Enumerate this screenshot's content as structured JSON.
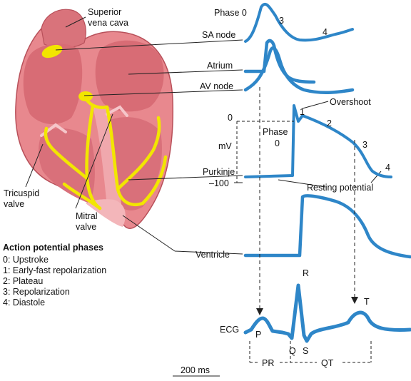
{
  "labels": {
    "superior_vena_cava_1": "Superior",
    "superior_vena_cava_2": "vena cava",
    "sa_node": "SA node",
    "atrium": "Atrium",
    "av_node": "AV node",
    "purkinje": "Purkinje",
    "ventricle": "Ventricle",
    "tricuspid_1": "Tricuspid",
    "tricuspid_2": "valve",
    "mitral_1": "Mitral",
    "mitral_2": "valve",
    "ecg": "ECG",
    "phase0_top": "Phase 0",
    "phase3_top": "3",
    "phase4_top": "4",
    "overshoot": "Overshoot",
    "resting_potential": "Resting potential",
    "mv_zero": "0",
    "mv_unit": "mV",
    "mv_min": "–100",
    "phase_word": "Phase",
    "phase_zero": "0",
    "ap_1": "1",
    "ap_2": "2",
    "ap_3": "3",
    "ap_4": "4",
    "ecg_p": "P",
    "ecg_q": "Q",
    "ecg_r": "R",
    "ecg_s": "S",
    "ecg_t": "T",
    "interval_pr": "PR",
    "interval_qt": "QT",
    "scale": "200 ms"
  },
  "legend": {
    "title": "Action potential phases",
    "items": [
      "0: Upstroke",
      "1: Early-fast repolarization",
      "2: Plateau",
      "3: Repolarization",
      "4: Diastole"
    ]
  },
  "colors": {
    "trace": "#2e86c8",
    "heart_fill": "#e8888e",
    "heart_dark": "#c85a64",
    "heart_light": "#f4b8bc",
    "conduction": "#f2e600",
    "leader": "#222222"
  }
}
